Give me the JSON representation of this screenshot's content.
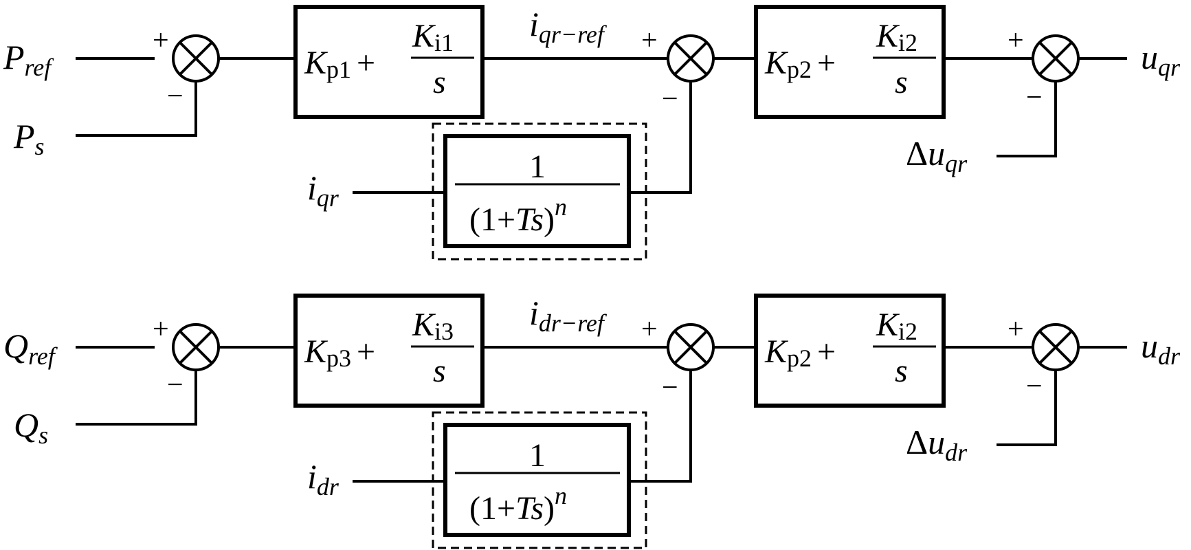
{
  "colors": {
    "line": "#000000",
    "background": "#ffffff"
  },
  "signs": {
    "plus": "+",
    "minus": "−"
  },
  "rows": [
    {
      "ref_in": {
        "main": "P",
        "sub": "ref"
      },
      "meas_in": {
        "main": "P",
        "sub": "s"
      },
      "outer_pi": {
        "kp_main": "K",
        "kp_sub": "p1",
        "ki_main": "K",
        "ki_sub": "i1",
        "plus": "+",
        "den": "s"
      },
      "ref_signal": {
        "main": "i",
        "sub": "qr−ref"
      },
      "filter": {
        "num": "1",
        "den_left": "(1+",
        "den_var": "Ts",
        "den_right": ")",
        "den_exp": "n"
      },
      "filter_in": {
        "main": "i",
        "sub": "qr"
      },
      "inner_pi": {
        "kp_main": "K",
        "kp_sub": "p2",
        "ki_main": "K",
        "ki_sub": "i2",
        "plus": "+",
        "den": "s"
      },
      "comp_in": {
        "delta": "Δ",
        "main": "u",
        "sub": "qr"
      },
      "out": {
        "main": "u",
        "sub": "qr"
      }
    },
    {
      "ref_in": {
        "main": "Q",
        "sub": "ref"
      },
      "meas_in": {
        "main": "Q",
        "sub": "s"
      },
      "outer_pi": {
        "kp_main": "K",
        "kp_sub": "p3",
        "ki_main": "K",
        "ki_sub": "i3",
        "plus": "+",
        "den": "s"
      },
      "ref_signal": {
        "main": "i",
        "sub": "dr−ref"
      },
      "filter": {
        "num": "1",
        "den_left": "(1+",
        "den_var": "Ts",
        "den_right": ")",
        "den_exp": "n"
      },
      "filter_in": {
        "main": "i",
        "sub": "dr"
      },
      "inner_pi": {
        "kp_main": "K",
        "kp_sub": "p2",
        "ki_main": "K",
        "ki_sub": "i2",
        "plus": "+",
        "den": "s"
      },
      "comp_in": {
        "delta": "Δ",
        "main": "u",
        "sub": "dr"
      },
      "out": {
        "main": "u",
        "sub": "dr"
      }
    }
  ]
}
